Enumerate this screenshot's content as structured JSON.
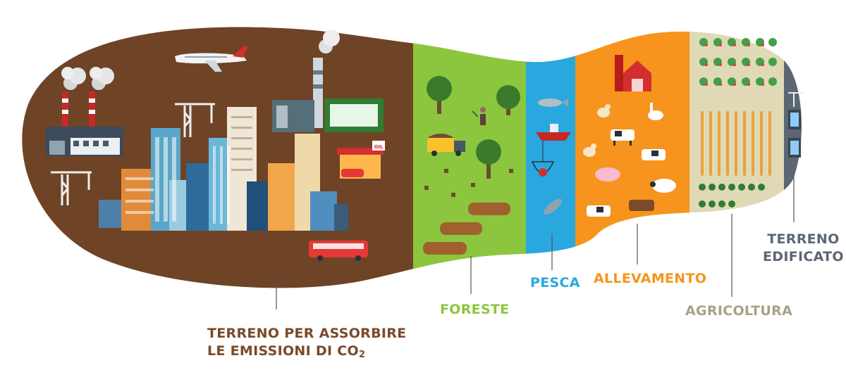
{
  "labels": {
    "co2": {
      "line1": "TERRENO PER ASSORBIRE",
      "line2": "LE EMISSIONI DI CO",
      "subscript": "2"
    },
    "foreste": "FORESTE",
    "pesca": "PESCA",
    "allevamento": "ALLEVAMENTO",
    "agricoltura": "AGRICOLTURA",
    "edificato": {
      "line1": "TERRENO",
      "line2": "EDIFICATO"
    }
  },
  "sign_text": "OIL",
  "colors": {
    "co2": "#6e4326",
    "foreste": "#8cc63f",
    "pesca": "#29a8df",
    "allevamento": "#f7941d",
    "agricoltura": "#c8bf95",
    "edificato": "#5d6673",
    "co2_label": "#7a4a2a",
    "foreste_label": "#8cc63f",
    "pesca_label": "#29a8df",
    "allevamento_label": "#f7941d",
    "agricoltura_label": "#a7a08a",
    "edificato_label": "#5d6673"
  },
  "icons": [
    "factory-icon",
    "airplane-icon",
    "crane-icon",
    "city-skyline-icon",
    "gas-station-icon",
    "bus-icon",
    "tree-icon",
    "dump-truck-icon",
    "lumberjack-icon",
    "log-pile-icon",
    "fish-icon",
    "fishing-boat-icon",
    "lobster-net-icon",
    "barn-icon",
    "chicken-icon",
    "goose-icon",
    "cow-icon",
    "pig-icon",
    "sheep-icon",
    "apple-tree-icon",
    "wheat-icon",
    "vegetable-row-icon",
    "skyscraper-icon"
  ]
}
